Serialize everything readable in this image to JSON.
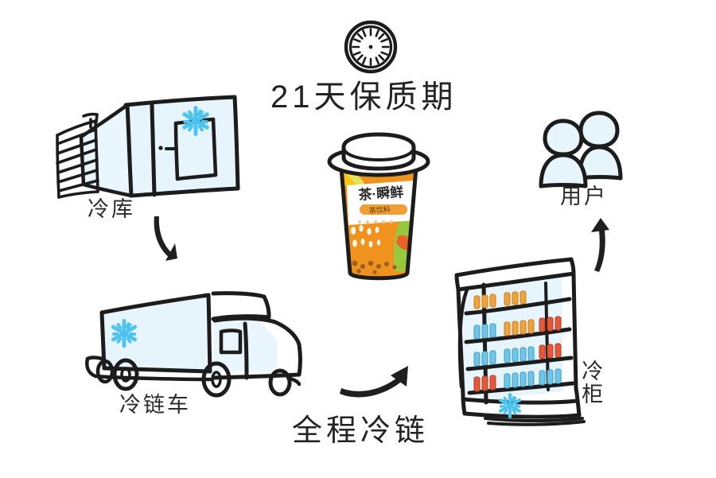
{
  "diagram": {
    "title": "21天保质期",
    "footer": "全程冷链",
    "type": "cold-chain-flow",
    "background_color": "#ffffff",
    "ink_color": "#1c1c1c",
    "accent_color": "#4ec3ef",
    "fill_color": "#e6f4fc"
  },
  "nodes": {
    "cold_storage": {
      "label": "冷库",
      "icon": "cold-storage-icon",
      "has_snowflake": true
    },
    "cold_truck": {
      "label": "冷链车",
      "icon": "refrigerated-truck-icon",
      "has_snowflake": true
    },
    "display_cooler": {
      "label": "冷柜",
      "icon": "display-cooler-icon",
      "has_snowflake": true,
      "shelf_count": 4
    },
    "users": {
      "label": "用户",
      "icon": "two-people-icon",
      "person_count": 2
    },
    "product": {
      "label": "茶·瞬鲜",
      "sub_label": "茶饮料",
      "icon": "milk-tea-cup-icon",
      "cup_color": "#f0931e",
      "lid_color": "#ffffff"
    },
    "clock": {
      "icon": "clock-timer-icon"
    }
  },
  "arrows": [
    {
      "name": "arrow-storage-to-truck",
      "direction": "down"
    },
    {
      "name": "arrow-truck-to-cooler",
      "direction": "right"
    },
    {
      "name": "arrow-cooler-to-users",
      "direction": "up"
    }
  ],
  "cooler_shelves": [
    {
      "row": 1,
      "bottles": [
        "orange",
        "orange",
        "orange",
        "orange",
        "orange",
        "orange"
      ]
    },
    {
      "row": 2,
      "bottles": [
        "blue",
        "blue",
        "blue",
        "orange",
        "orange",
        "orange",
        "orange",
        "red",
        "red",
        "red"
      ]
    },
    {
      "row": 3,
      "bottles": [
        "blue",
        "blue",
        "blue",
        "blue",
        "blue",
        "blue",
        "blue",
        "red",
        "red",
        "red"
      ]
    },
    {
      "row": 4,
      "bottles": [
        "red",
        "red",
        "red",
        "blue",
        "blue",
        "blue",
        "blue",
        "blue",
        "blue",
        "blue"
      ]
    }
  ],
  "bottle_colors": {
    "orange": "#f0a23c",
    "blue": "#6fc4e8",
    "red": "#e3593a"
  }
}
